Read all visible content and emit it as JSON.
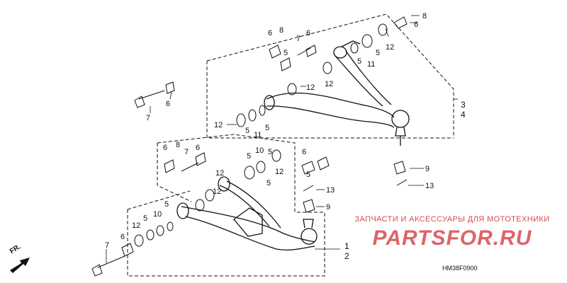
{
  "diagram": {
    "code": "HM38F0900",
    "front_label": "FR.",
    "side_labels": [
      "3",
      "4",
      "1",
      "2"
    ]
  },
  "callouts": {
    "c6": "6",
    "c7": "7",
    "c8": "8",
    "c5": "5",
    "c9": "9",
    "c10": "10",
    "c11": "11",
    "c12": "12",
    "c13": "13"
  },
  "watermark": {
    "top_text": "ЗАПЧАСТИ И АКСЕССУАРЫ ДЛЯ МОТОТЕХНИКИ",
    "logo_text": "PARTSFOR.RU",
    "color": "#d84a50"
  }
}
